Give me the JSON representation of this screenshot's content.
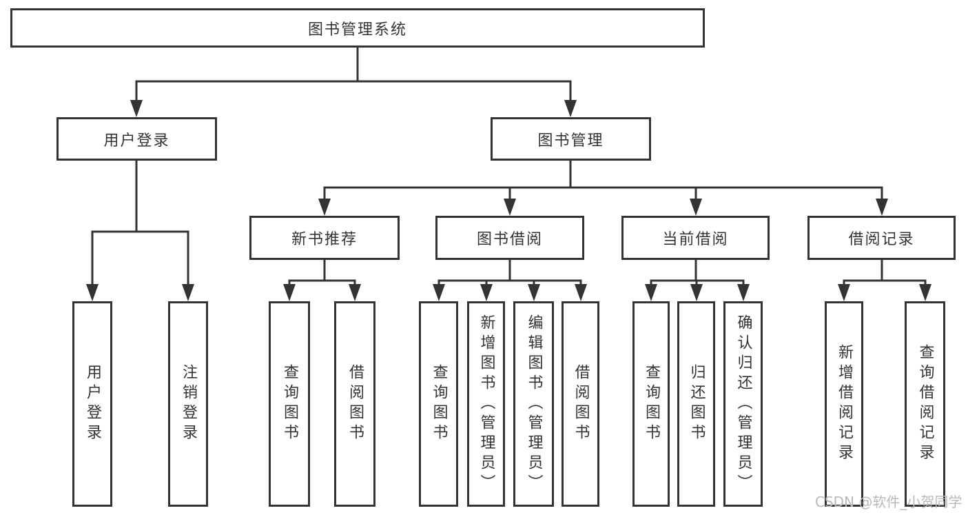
{
  "diagram": {
    "title_node": "图书管理系统",
    "level2": [
      "用户登录",
      "图书管理"
    ],
    "level3": [
      "新书推荐",
      "图书借阅",
      "当前借阅",
      "借阅记录"
    ],
    "leaves": {
      "login": [
        "用户登录",
        "注销登录"
      ],
      "recommend": [
        "查询图书",
        "借阅图书"
      ],
      "borrow": [
        "查询图书",
        "新增图书（管理员）",
        "编辑图书（管理员）",
        "借阅图书"
      ],
      "current": [
        "查询图书",
        "归还图书",
        "确认归还（管理员）"
      ],
      "record": [
        "新增借阅记录",
        "查询借阅记录"
      ]
    }
  },
  "watermark": {
    "text": "CSDN @软件_小贺同学"
  },
  "colors": {
    "line": "#333333",
    "text": "#333333",
    "watermark_text": "#b9b9b9",
    "background": "#ffffff"
  }
}
